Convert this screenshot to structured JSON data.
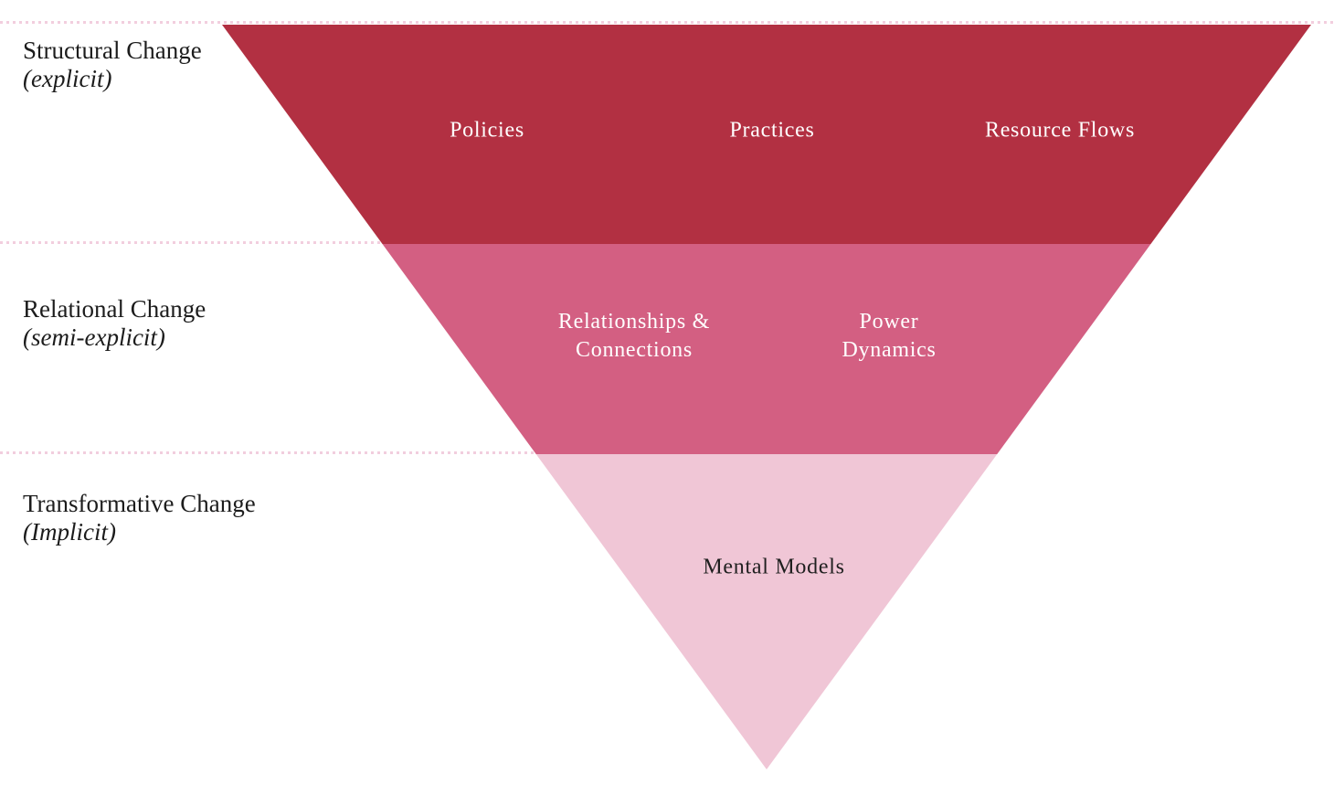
{
  "diagram": {
    "type": "inverted-pyramid",
    "dot_color": "#f2cede",
    "levels": [
      {
        "side_label": "Structural Change",
        "side_sublabel": "(explicit)",
        "color": "#b23042",
        "text_color": "#ffffff",
        "items": [
          "Policies",
          "Practices",
          "Resource Flows"
        ]
      },
      {
        "side_label": "Relational Change",
        "side_sublabel": "(semi-explicit)",
        "color": "#d35f82",
        "text_color": "#ffffff",
        "items": [
          "Relationships & Connections",
          "Power Dynamics"
        ]
      },
      {
        "side_label": "Transformative Change",
        "side_sublabel": "(Implicit)",
        "color": "#f0c6d6",
        "text_color": "#1f1f1f",
        "items": [
          "Mental Models"
        ]
      }
    ]
  }
}
